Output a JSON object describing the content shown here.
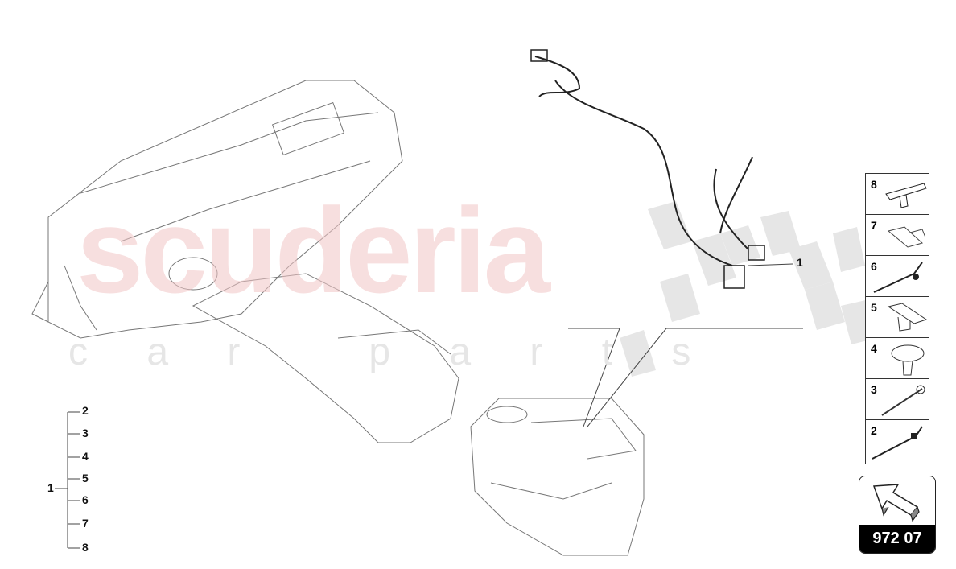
{
  "watermark": {
    "brand": "scuderia",
    "sub": "c a r   p a r t s",
    "color": "#e8a0a0"
  },
  "diagram": {
    "callout_main": "1",
    "tree": {
      "root": "1",
      "children": [
        "2",
        "3",
        "4",
        "5",
        "6",
        "7",
        "8"
      ]
    },
    "parts_panel": [
      "8",
      "7",
      "6",
      "5",
      "4",
      "3",
      "2"
    ],
    "nav": {
      "page_code": "972 07",
      "icon": "arrow-up-left-icon"
    }
  }
}
